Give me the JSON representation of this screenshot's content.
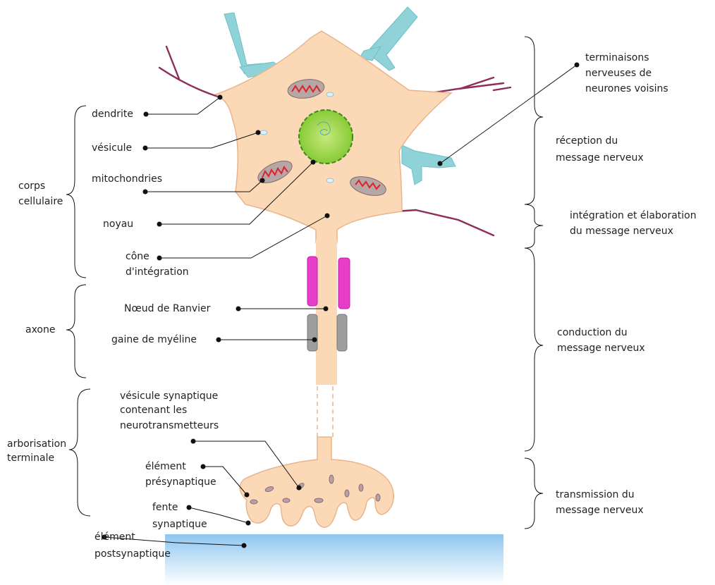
{
  "labels": {
    "dendrite": "dendrite",
    "vesicule": "vésicule",
    "mitochondries": "mitochondries",
    "noyau": "noyau",
    "cone_l1": "cône",
    "cone_l2": "d'intégration",
    "noeud": "Nœud de Ranvier",
    "gaine": "gaine de myéline",
    "vesicule_syn_l1": "vésicule synaptique",
    "vesicule_syn_l2": "contenant les",
    "vesicule_syn_l3": "neurotransmetteurs",
    "presyn_l1": "élément",
    "presyn_l2": "présynaptique",
    "fente_l1": "fente",
    "fente_l2": "synaptique",
    "postsyn_l1": "élément",
    "postsyn_l2": "postsynaptique"
  },
  "groups": {
    "corps_l1": "corps",
    "corps_l2": "cellulaire",
    "axone": "axone",
    "arbor_l1": "arborisation",
    "arbor_l2": "terminale"
  },
  "right_labels": {
    "terminaisons_l1": "terminaisons",
    "terminaisons_l2": "nerveuses de",
    "terminaisons_l3": "neurones voisins",
    "reception_l1": "réception du",
    "reception_l2": "message nerveux",
    "integration_l1": "intégration et élaboration",
    "integration_l2": "du message nerveux",
    "conduction_l1": "conduction du",
    "conduction_l2": "message nerveux",
    "transmission_l1": "transmission du",
    "transmission_l2": "message nerveux"
  },
  "colors": {
    "cell_fill": "#fcd9b6",
    "cell_stroke": "#e8b48c",
    "dendrite": "#8e2d5a",
    "nucleus": "#9bd43c",
    "nucleus_border": "#3a8a1e",
    "ranvier": "#e63ec9",
    "myelin": "#9a9a9a",
    "neighbor_terminal": "#8fd3d9",
    "postsynaptic": "#a9d3f4",
    "mito_fill": "#b7a6a6",
    "mito_crista": "#e0202a",
    "vesicle": "#c8e6f2",
    "line": "#111111"
  }
}
